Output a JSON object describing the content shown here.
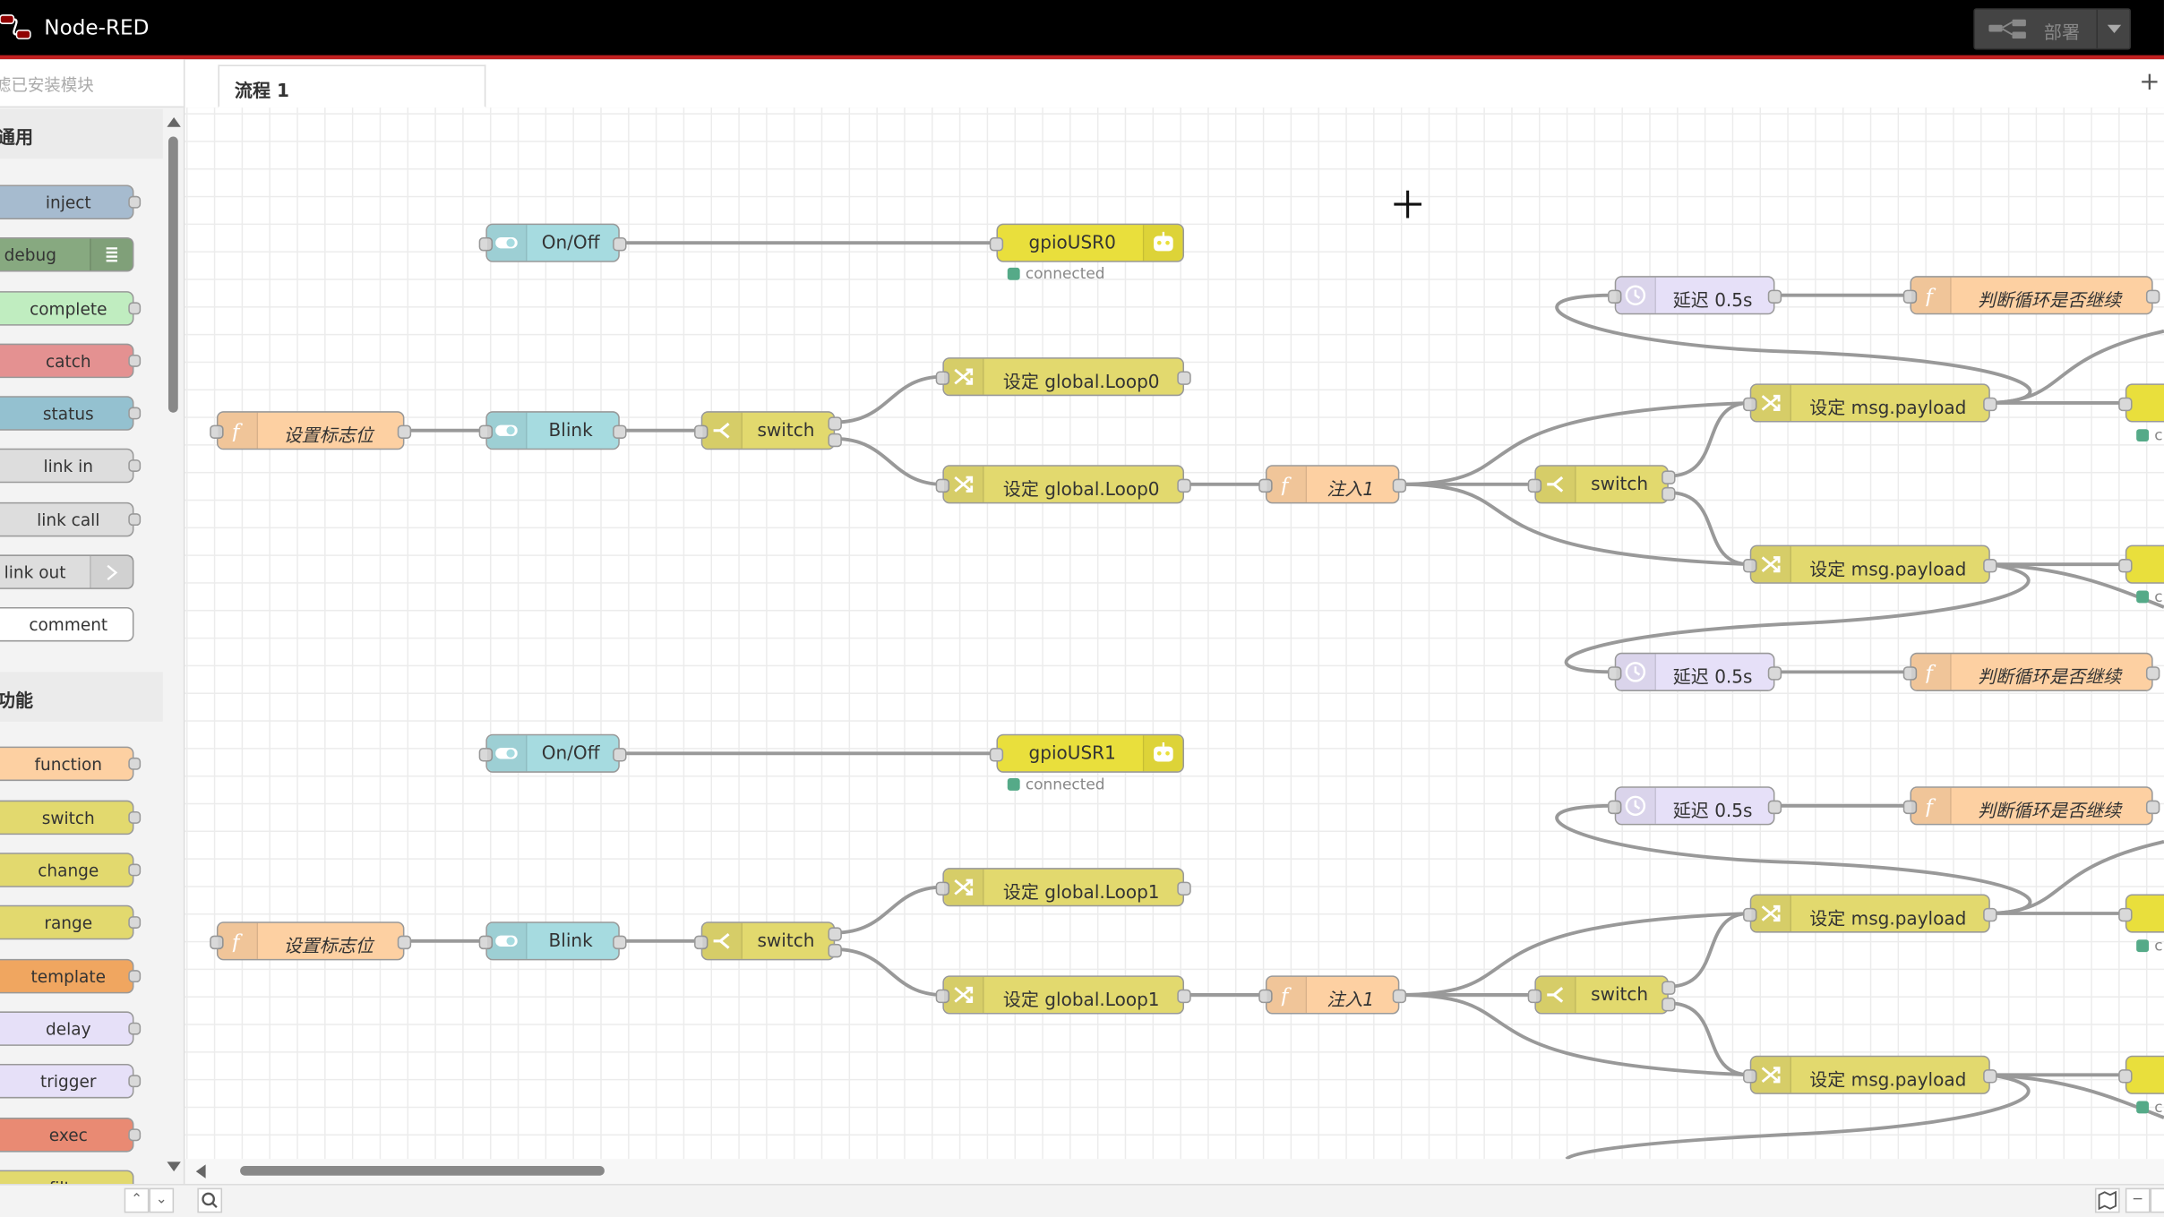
{
  "header": {
    "app_title": "Node-RED",
    "deploy_label": "部署"
  },
  "palette": {
    "filter_placeholder": "滤已安装模块",
    "categories": [
      "通用",
      "功能"
    ],
    "common_nodes": [
      "inject",
      "debug",
      "complete",
      "catch",
      "status",
      "link in",
      "link call",
      "link out",
      "comment"
    ],
    "function_nodes": [
      "function",
      "switch",
      "change",
      "range",
      "template",
      "delay",
      "trigger",
      "exec",
      "filter"
    ]
  },
  "tabs": [
    {
      "label": "流程 1"
    }
  ],
  "flow": {
    "row1": {
      "onoff": "On/Off",
      "gpio": "gpioUSR0",
      "gpio_status": "connected",
      "flag": "设置标志位",
      "blink": "Blink",
      "switch": "switch",
      "set_loop_a": "设定 global.Loop0",
      "set_loop_b": "设定 global.Loop0",
      "inject": "注入1",
      "switch2": "switch",
      "set_payload_a": "设定 msg.payload",
      "set_payload_b": "设定 msg.payload",
      "delay_a": "延迟 0.5s",
      "delay_b": "延迟 0.5s",
      "judge_a": "判断循环是否继续",
      "judge_b": "判断循环是否继续",
      "edge_status_a": "c",
      "edge_status_b": "c"
    },
    "row2": {
      "onoff": "On/Off",
      "gpio": "gpioUSR1",
      "gpio_status": "connected",
      "flag": "设置标志位",
      "blink": "Blink",
      "switch": "switch",
      "set_loop_a": "设定 global.Loop1",
      "set_loop_b": "设定 global.Loop1",
      "inject": "注入1",
      "switch2": "switch",
      "set_payload_a": "设定 msg.payload",
      "set_payload_b": "设定 msg.payload",
      "delay_a": "延迟 0.5s",
      "judge_a": "判断循环是否继续",
      "edge_status_a": "c",
      "edge_status_b": "c"
    }
  },
  "colors": {
    "header_bg": "#000000",
    "header_accent": "#c02020",
    "ui_node": "#a6dbe0",
    "function_node": "#fdd0a2",
    "switch_node": "#e2d96e",
    "delay_node": "#e6e0f8",
    "gpio_node": "#e9df3c"
  }
}
